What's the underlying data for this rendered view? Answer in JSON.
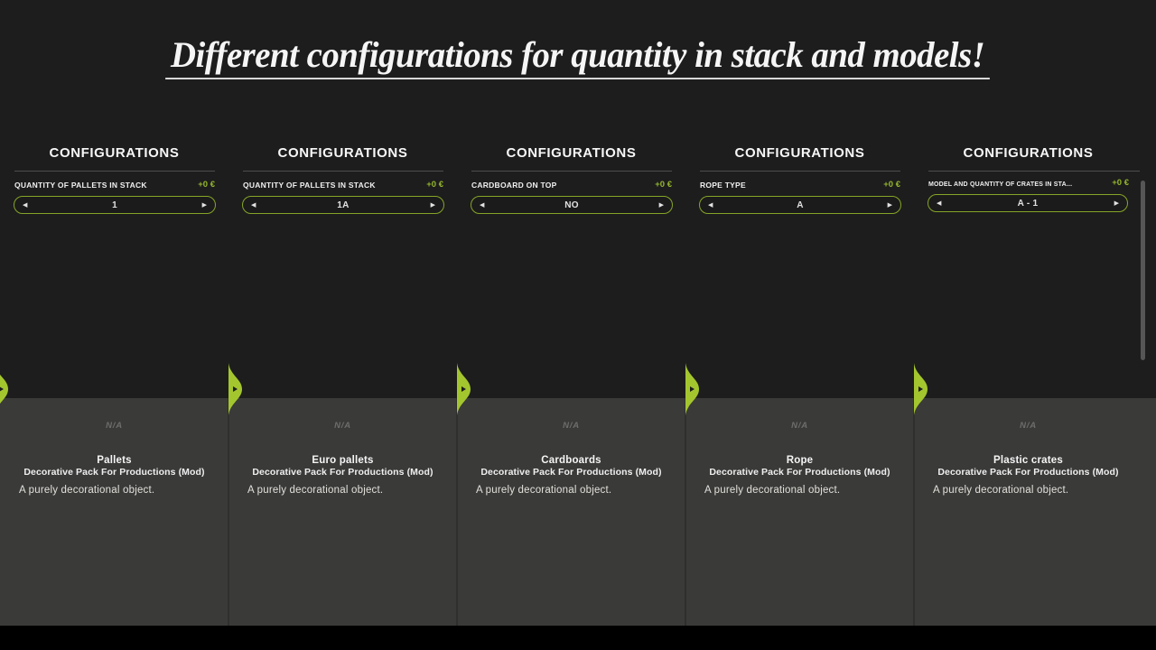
{
  "colors": {
    "background": "#1d1d1d",
    "card_background": "#3a3a39",
    "accent_green": "#94b62d",
    "stepper_border_green": "#85a527",
    "marker_green": "#a3c62f",
    "bottom_bar": "#000000"
  },
  "title": {
    "text": "Different configurations for quantity in stack and models!"
  },
  "icons": {
    "prev_arrow": "◀",
    "next_arrow": "▶"
  },
  "panels": [
    {
      "header": "CONFIGURATIONS",
      "option_label": "QUANTITY OF PALLETS IN STACK",
      "option_price": "+0 €",
      "value": "1",
      "item_status": "N/A",
      "item_name": "Pallets",
      "item_pack": "Decorative Pack For Productions (Mod)",
      "item_description": "A purely decorational object."
    },
    {
      "header": "CONFIGURATIONS",
      "option_label": "QUANTITY OF PALLETS IN STACK",
      "option_price": "+0 €",
      "value": "1A",
      "item_status": "N/A",
      "item_name": "Euro pallets",
      "item_pack": "Decorative Pack For Productions (Mod)",
      "item_description": "A purely decorational object."
    },
    {
      "header": "CONFIGURATIONS",
      "option_label": "CARDBOARD ON TOP",
      "option_price": "+0 €",
      "value": "NO",
      "item_status": "N/A",
      "item_name": "Cardboards",
      "item_pack": "Decorative Pack For Productions (Mod)",
      "item_description": "A purely decorational object."
    },
    {
      "header": "CONFIGURATIONS",
      "option_label": "ROPE TYPE",
      "option_price": "+0 €",
      "value": "A",
      "item_status": "N/A",
      "item_name": "Rope",
      "item_pack": "Decorative Pack For Productions (Mod)",
      "item_description": "A purely decorational object."
    },
    {
      "header": "CONFIGURATIONS",
      "option_label": "MODEL AND QUANTITY OF CRATES IN STA...",
      "option_price": "+0 €",
      "value": "A - 1",
      "item_status": "N/A",
      "item_name": "Plastic crates",
      "item_pack": "Decorative Pack For Productions (Mod)",
      "item_description": "A purely decorational object."
    }
  ]
}
